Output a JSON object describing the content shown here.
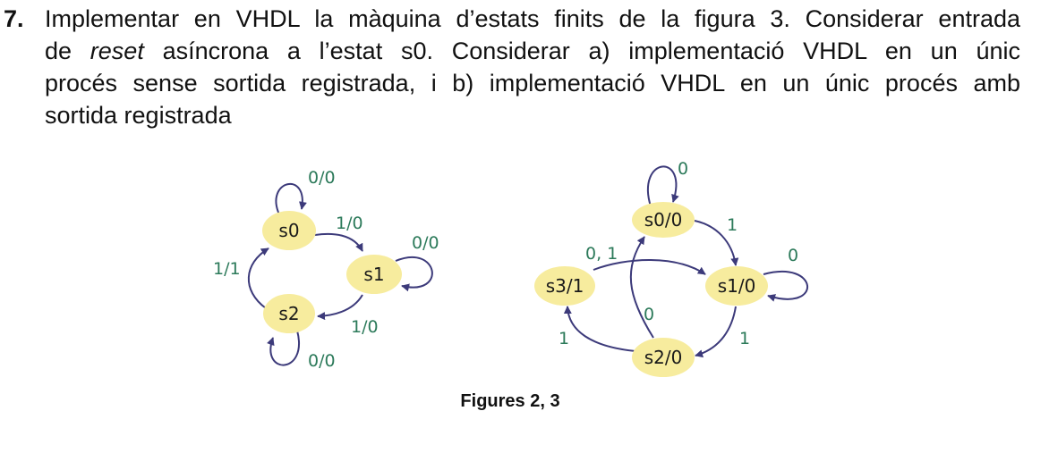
{
  "problem": {
    "number": "7.",
    "lines": [
      "Implementar en VHDL la màquina d’estats finits de la figura 3. Considerar entrada",
      [
        "de ",
        "reset",
        " asíncrona a l’estat s0. Considerar a) implementació VHDL en un únic"
      ],
      "procés sense sortida registrada, i b) implementació VHDL en un únic procés amb",
      "sortida registrada"
    ]
  },
  "figure2": {
    "states": [
      "s0",
      "s1",
      "s2"
    ],
    "edge_labels": {
      "s0_self": "0/0",
      "s0_to_s1": "1/0",
      "s1_self": "0/0",
      "s2_to_s0": "1/1",
      "s1_to_s2": "1/0",
      "s2_self": "0/0"
    }
  },
  "figure3": {
    "states": [
      "s0/0",
      "s1/0",
      "s2/0",
      "s3/1"
    ],
    "edge_labels": {
      "s0_self": "0",
      "s0_to_s1": "1",
      "s1_self": "0",
      "s3_to_s1": "0, 1",
      "s1_to_s2": "1",
      "s2_to_s0": "0",
      "s2_to_s3": "1"
    }
  },
  "caption": "Figures 2, 3",
  "colors": {
    "state_fill": "#f7ec9e",
    "edge": "#3c3a7a",
    "edge_label": "#2c7a5a"
  }
}
